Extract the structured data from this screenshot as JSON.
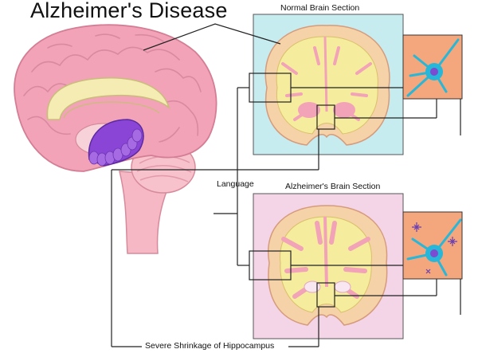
{
  "title": "Alzheimer's Disease",
  "labels": {
    "normal_section": "Normal Brain Section",
    "alzheimer_section": "Alzheimer's Brain Section",
    "language": "Language",
    "hippocampus": "Severe Shrinkage of Hippocampus"
  },
  "colors": {
    "cortex_pink": "#f2a3b7",
    "white_matter": "#f7efb0",
    "hippocampus": "#8b45d6",
    "normal_bg": "#c7ecef",
    "alz_bg": "#f3d5e7",
    "neuron_panel": "#f4a67c",
    "neuron": "#27b7d8"
  },
  "icons": {
    "neuron_normal": "neuron-icon",
    "neuron_tangles": "neuron-with-plaques-icon"
  }
}
